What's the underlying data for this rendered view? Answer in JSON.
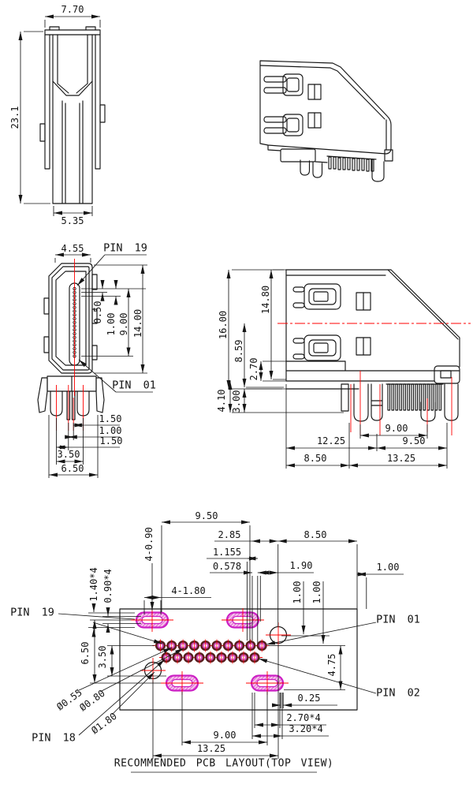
{
  "drawing": {
    "title": "RECOMMENDED PCB LAYOUT(TOP VIEW)"
  },
  "colors": {
    "line": "#161616",
    "centerline_red": "#ff0000",
    "pad_magenta": "#cc1fc4",
    "pad_hatch_fill": "#f6c3ea",
    "pin_ring_maroon": "#591f1f",
    "pin_fill_magenta": "#d44fbe"
  },
  "side_view": {
    "width_top": "7.70",
    "height": "23.1",
    "width_bottom": "5.35"
  },
  "front_view": {
    "width_top": "4.55",
    "pin_top_label": "PIN 19",
    "pin_bottom_label": "PIN 01",
    "pin_offset": "0.50",
    "pin_pitch": "1.00",
    "pin_span": "9.00",
    "shell_height": "14.00",
    "leg_dim_a": "1.50",
    "leg_dim_b": "1.00",
    "leg_dim_c": "1.50",
    "leg_pitch": "3.50",
    "leg_span": "6.50"
  },
  "right_view": {
    "height_total": "16.00",
    "height_shell": "14.80",
    "height_below_center": "8.59",
    "step_height": "2.70",
    "base_height": "3.00",
    "leg_height": "4.10",
    "pin_span": "9.00",
    "front_length": "12.25",
    "tail_length": "9.50",
    "body_length": "8.50",
    "overall_length": "13.25"
  },
  "pcb_layout": {
    "pad_span": "9.50",
    "dim_2_85": "2.85",
    "dim_1_155": "1.155",
    "dim_0_578": "0.578",
    "dim_1_90": "1.90",
    "dim_8_50": "8.50",
    "dim_edge_1_00": "1.00",
    "slot_width_note": "4-0.90",
    "pad_height_note": "1.40*4",
    "slot_height_note": "0.90*4",
    "slot_length_note": "4-1.80",
    "dim_1_00_a": "1.00",
    "dim_1_00_b": "1.00",
    "pin19_label": "PIN 19",
    "pin01_label": "PIN 01",
    "pin02_label": "PIN 02",
    "pin18_label": "PIN 18",
    "dim_6_50": "6.50",
    "dim_3_50": "3.50",
    "dim_4_75": "4.75",
    "dim_0_25": "0.25",
    "slot_len_note": "2.70*4",
    "pad_len_note": "3.20*4",
    "dim_9_00": "9.00",
    "dim_13_25": "13.25",
    "dia_hole": "Ø0.55",
    "dia_pad": "Ø0.80",
    "dia_mount": "Ø1.80"
  }
}
